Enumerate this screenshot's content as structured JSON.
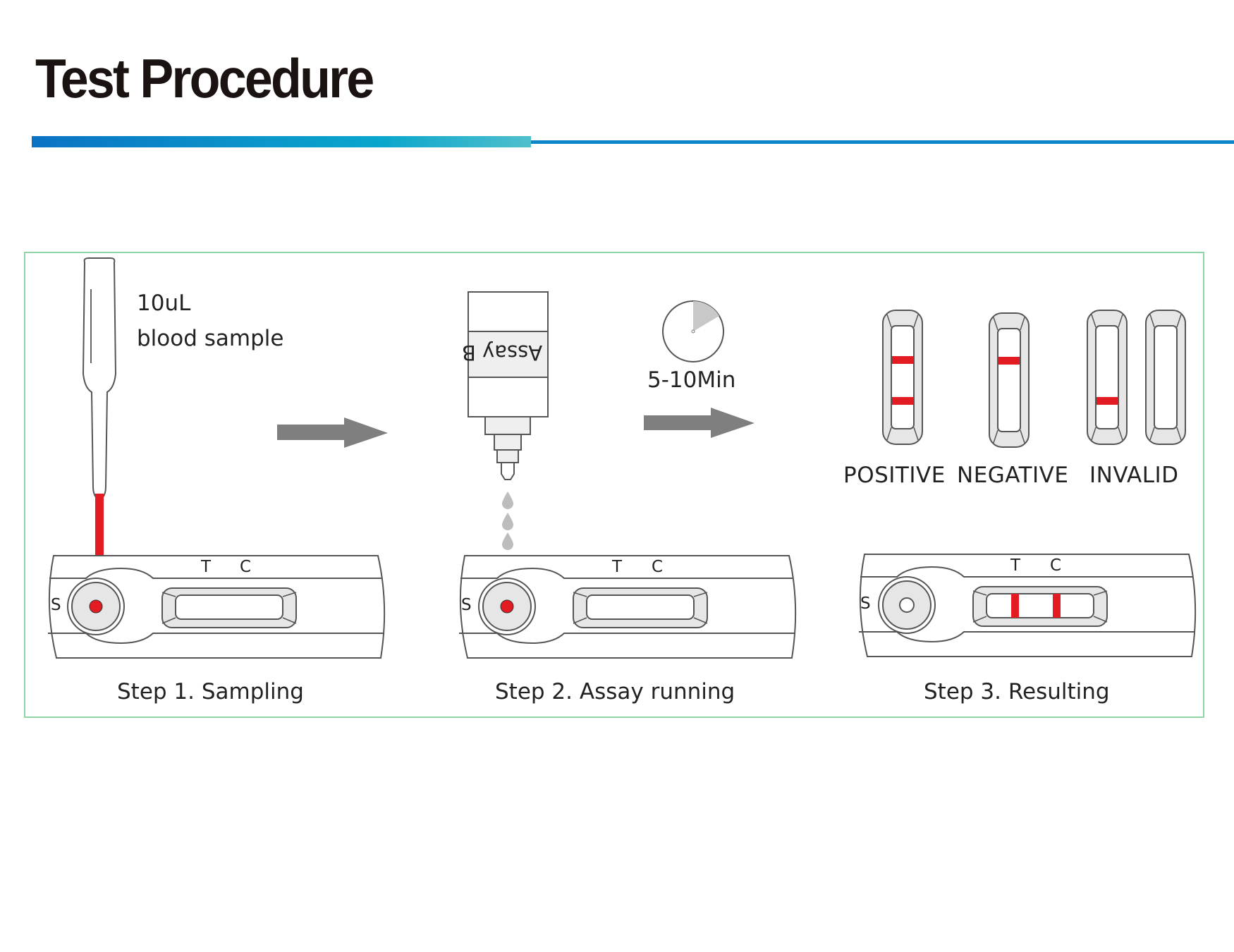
{
  "page": {
    "title": "Test Procedure"
  },
  "colors": {
    "title_bar_start": "#0a72c4",
    "title_bar_end": "#4fbfcc",
    "panel_border": "#8fd6a4",
    "blood_red": "#e31b23",
    "arrow_gray": "#7f7f7f",
    "cassette_fill": "#e6e6e6"
  },
  "step1": {
    "volume": "10uL",
    "sample": "blood sample",
    "caption": "Step 1. Sampling",
    "cassette": {
      "s": "S",
      "t": "T",
      "c": "C"
    }
  },
  "step2": {
    "bottle_label": "Assay B",
    "timer": "5-10Min",
    "caption": "Step 2. Assay running",
    "cassette": {
      "s": "S",
      "t": "T",
      "c": "C"
    }
  },
  "step3": {
    "results": [
      {
        "label": "POSITIVE",
        "lines": [
          "control",
          "test"
        ]
      },
      {
        "label": "NEGATIVE",
        "lines": [
          "control"
        ]
      },
      {
        "label": "INVALID",
        "lines": [
          "test"
        ]
      },
      {
        "label": "",
        "lines": []
      }
    ],
    "caption": "Step 3. Resulting",
    "cassette": {
      "s": "S",
      "t": "T",
      "c": "C"
    }
  }
}
